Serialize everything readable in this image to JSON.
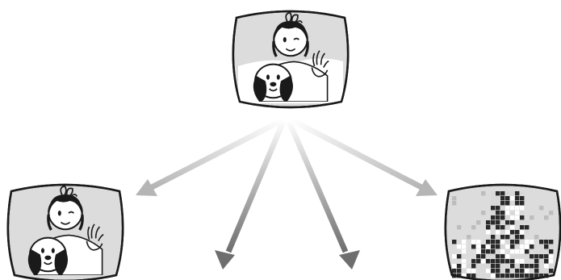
{
  "diagram": {
    "images": [
      {
        "id": "source",
        "content": "girl-waving-with-dog",
        "rendering": "clear"
      },
      {
        "id": "output-left",
        "content": "girl-waving-with-dog",
        "rendering": "clear"
      },
      {
        "id": "output-right",
        "content": "girl-waving-with-dog",
        "rendering": "coarse-pixel-mosaic"
      }
    ],
    "arrows": [
      {
        "id": "to-left-screen",
        "color": "#b5b5b5"
      },
      {
        "id": "down-left",
        "color": "#6e6e6e"
      },
      {
        "id": "down-right",
        "color": "#6e6e6e"
      },
      {
        "id": "to-right-screen",
        "color": "#b5b5b5"
      }
    ],
    "colors": {
      "screen_fill": "#dcdcdc",
      "outline": "#1a1a1a",
      "face": "#ffffff",
      "pixel_dark": "#2a2a2a",
      "pixel_light": "#d8d8d8",
      "arrow_origin": "#ffffff"
    }
  }
}
